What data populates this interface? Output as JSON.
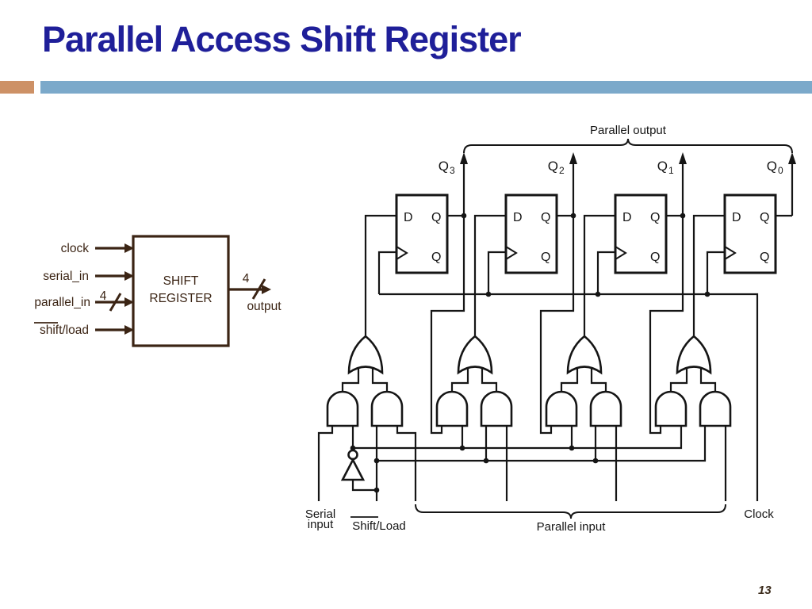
{
  "slide": {
    "title": "Parallel Access Shift Register",
    "page_number": "13",
    "colors": {
      "title": "#1f1f99",
      "decoration_tan": "#cd9166",
      "decoration_blue": "#7ba9ca",
      "block_diagram_brown": "#3b2414",
      "circuit_black": "#151515"
    }
  },
  "block_diagram": {
    "box_label_line1": "SHIFT",
    "box_label_line2": "REGISTER",
    "inputs": [
      {
        "label": "clock"
      },
      {
        "label": "serial_in"
      },
      {
        "label": "parallel_in",
        "bus_width": "4"
      },
      {
        "label": "shift/load",
        "overline_part": "shift"
      }
    ],
    "output": {
      "label": "output",
      "bus_width": "4"
    }
  },
  "circuit": {
    "parallel_output_label": "Parallel output",
    "parallel_input_label": "Parallel input",
    "clock_label": "Clock",
    "serial_input_label_line1": "Serial",
    "serial_input_label_line2": "input",
    "shift_load_label": "Shift/Load",
    "shift_load_overline_part": "Shift",
    "q_labels": [
      {
        "base": "Q",
        "sub": "3"
      },
      {
        "base": "Q",
        "sub": "2"
      },
      {
        "base": "Q",
        "sub": "1"
      },
      {
        "base": "Q",
        "sub": "0"
      }
    ],
    "flip_flop": {
      "d": "D",
      "q_top": "Q",
      "q_bottom": "Q"
    }
  }
}
